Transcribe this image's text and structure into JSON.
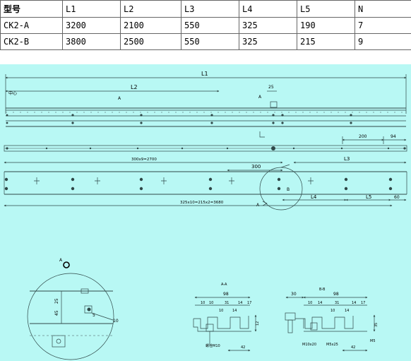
{
  "spec_table": {
    "columns": [
      "型号",
      "L1",
      "L2",
      "L3",
      "L4",
      "L5",
      "N"
    ],
    "rows": [
      [
        "CK2-A",
        "3200",
        "2100",
        "550",
        "325",
        "190",
        "7"
      ],
      [
        "CK2-B",
        "3800",
        "2500",
        "550",
        "325",
        "215",
        "9"
      ]
    ]
  },
  "drawing": {
    "background_color": "#b8f8f4",
    "line_color": "#2f4848",
    "labels": {
      "l1_top": "L1",
      "l2": "L2",
      "center": "中心",
      "a_mark": "A",
      "dim_25_top": "25",
      "dim_200": "200",
      "dim_94": "94",
      "dim_pitch_upper": "300x9=2700",
      "dim_300": "300",
      "l3": "L3",
      "b_mark": "B",
      "l4": "L4",
      "l5": "L5",
      "dim_60": "60",
      "dim_pitch_lower": "325x10=215x2=3680",
      "callout_mark": "A",
      "detail_a_mark": "A",
      "detail_25": "25",
      "detail_45": "45",
      "detail_5": "5",
      "detail_10": "10"
    },
    "section_a": {
      "title": "A-A",
      "dim_98": "98",
      "dims": [
        "10",
        "10",
        "31",
        "14",
        "17"
      ],
      "dim_10_mid": "10",
      "dim_14_mid": "14",
      "dim_12": "12",
      "dim_42": "42",
      "bolt_note": "螺栓M10"
    },
    "section_b": {
      "title": "B-B",
      "dim_30": "30",
      "dim_98": "98",
      "dims": [
        "10",
        "14",
        "31",
        "14",
        "17"
      ],
      "dim_10_mid": "10",
      "dim_14_mid": "14",
      "dim_35": "35",
      "dim_42": "42",
      "dim_m5": "M5",
      "bolt_note_1": "M10x20",
      "bolt_note_2": "M5x25"
    }
  }
}
